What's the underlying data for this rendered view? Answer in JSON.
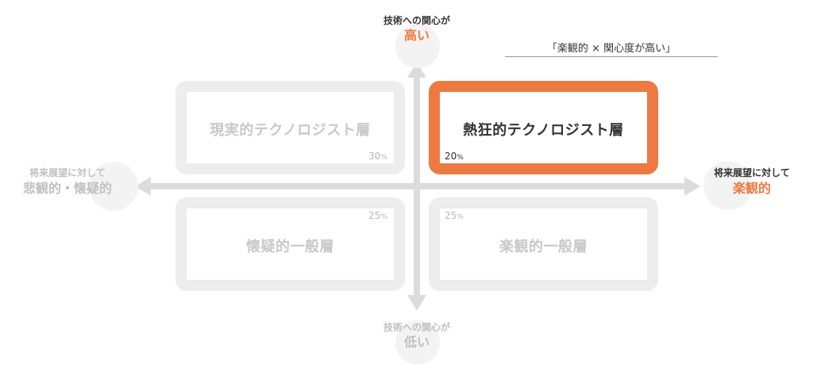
{
  "axis": {
    "top": {
      "small": "技術への関心が",
      "big": "高い"
    },
    "bottom": {
      "small": "技術への関心が",
      "big": "低い"
    },
    "left": {
      "small": "将来展望に対して",
      "big": "悲観的・懐疑的"
    },
    "right": {
      "small": "将来展望に対して",
      "big": "楽観的"
    }
  },
  "legend": {
    "text": "「楽観的 × 関心度が高い」"
  },
  "quadrants": {
    "top_left": {
      "title": "現実的テクノロジスト層",
      "percent": "30",
      "unit": "%"
    },
    "top_right": {
      "title": "熱狂的テクノロジスト層",
      "percent": "20",
      "unit": "%"
    },
    "bottom_left": {
      "title": "懐疑的一般層",
      "percent": "25",
      "unit": "%"
    },
    "bottom_right": {
      "title": "楽観的一般層",
      "percent": "25",
      "unit": "%"
    }
  },
  "colors": {
    "accent": "#ec7a42",
    "muted": "#c8c8c8",
    "frame": "#ededed",
    "axis": "#dcdcdc"
  }
}
